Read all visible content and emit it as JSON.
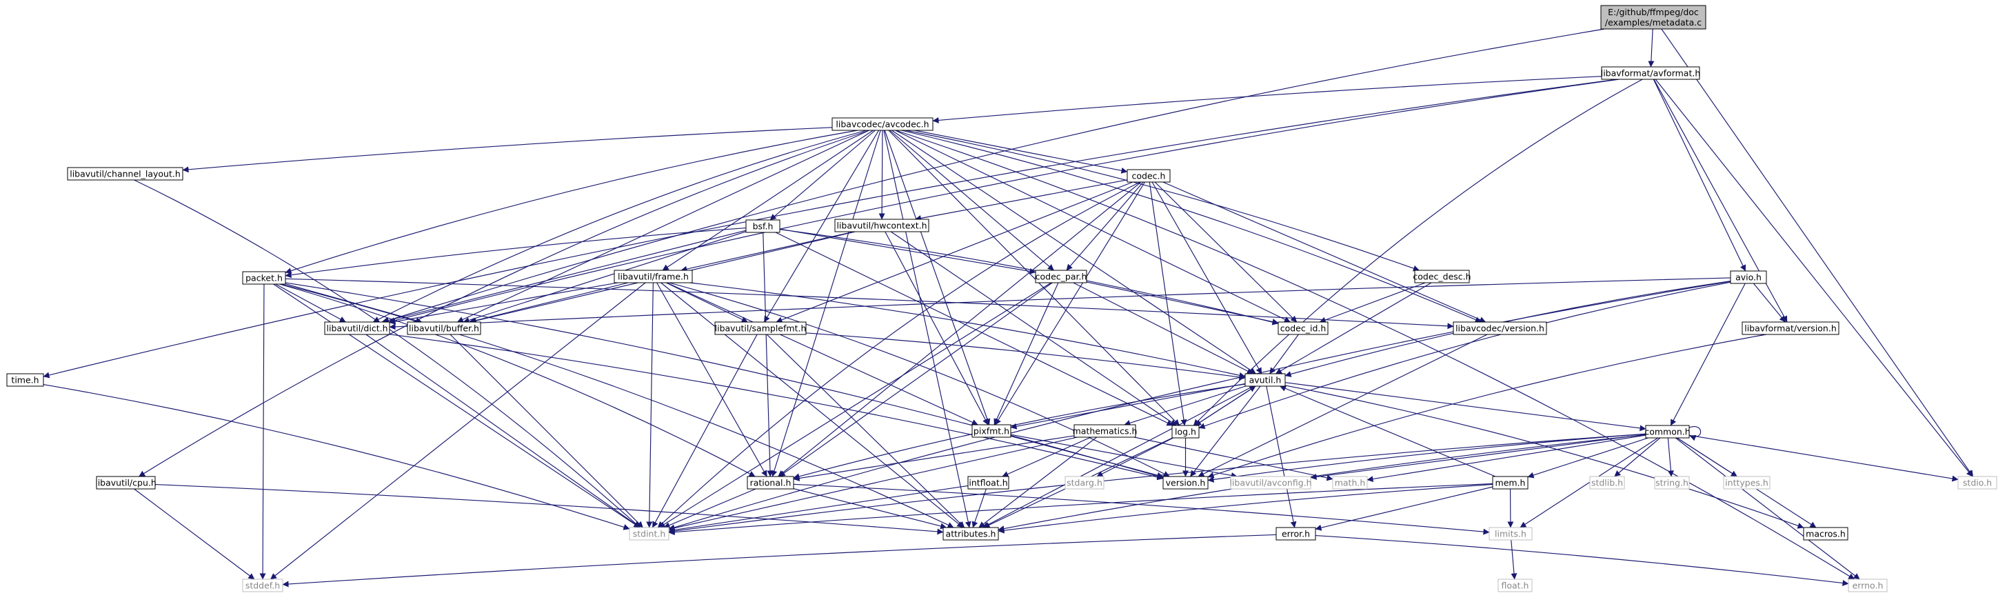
{
  "nodes": [
    {
      "id": "root",
      "lines": [
        "E:/github/ffmpeg/doc",
        "/examples/metadata.c"
      ],
      "style": "root"
    },
    {
      "id": "avformat",
      "lines": [
        "libavformat/avformat.h"
      ],
      "style": "linked"
    },
    {
      "id": "avcodec",
      "lines": [
        "libavcodec/avcodec.h"
      ],
      "style": "linked"
    },
    {
      "id": "time",
      "lines": [
        "time.h"
      ],
      "style": "linked"
    },
    {
      "id": "channel_layout",
      "lines": [
        "libavutil/channel_layout.h"
      ],
      "style": "linked"
    },
    {
      "id": "codec",
      "lines": [
        "codec.h"
      ],
      "style": "linked"
    },
    {
      "id": "bsf",
      "lines": [
        "bsf.h"
      ],
      "style": "linked"
    },
    {
      "id": "hwcontext",
      "lines": [
        "libavutil/hwcontext.h"
      ],
      "style": "linked"
    },
    {
      "id": "packet",
      "lines": [
        "packet.h"
      ],
      "style": "linked"
    },
    {
      "id": "frame",
      "lines": [
        "libavutil/frame.h"
      ],
      "style": "linked"
    },
    {
      "id": "codec_par",
      "lines": [
        "codec_par.h"
      ],
      "style": "linked"
    },
    {
      "id": "codec_desc",
      "lines": [
        "codec_desc.h"
      ],
      "style": "linked"
    },
    {
      "id": "avio",
      "lines": [
        "avio.h"
      ],
      "style": "linked"
    },
    {
      "id": "dict",
      "lines": [
        "libavutil/dict.h"
      ],
      "style": "linked"
    },
    {
      "id": "buffer",
      "lines": [
        "libavutil/buffer.h"
      ],
      "style": "linked"
    },
    {
      "id": "samplefmt",
      "lines": [
        "libavutil/samplefmt.h"
      ],
      "style": "linked"
    },
    {
      "id": "codec_id",
      "lines": [
        "codec_id.h"
      ],
      "style": "linked"
    },
    {
      "id": "lavc_version",
      "lines": [
        "libavcodec/version.h"
      ],
      "style": "linked"
    },
    {
      "id": "lavf_version",
      "lines": [
        "libavformat/version.h"
      ],
      "style": "linked"
    },
    {
      "id": "avutil",
      "lines": [
        "avutil.h"
      ],
      "style": "linked"
    },
    {
      "id": "pixfmt",
      "lines": [
        "pixfmt.h"
      ],
      "style": "linked"
    },
    {
      "id": "mathematics",
      "lines": [
        "mathematics.h"
      ],
      "style": "linked"
    },
    {
      "id": "log",
      "lines": [
        "log.h"
      ],
      "style": "linked"
    },
    {
      "id": "common",
      "lines": [
        "common.h"
      ],
      "style": "linked"
    },
    {
      "id": "cpu",
      "lines": [
        "libavutil/cpu.h"
      ],
      "style": "linked"
    },
    {
      "id": "rational",
      "lines": [
        "rational.h"
      ],
      "style": "linked"
    },
    {
      "id": "intfloat",
      "lines": [
        "intfloat.h"
      ],
      "style": "linked"
    },
    {
      "id": "stdarg",
      "lines": [
        "stdarg.h"
      ],
      "style": "system"
    },
    {
      "id": "version",
      "lines": [
        "version.h"
      ],
      "style": "linked"
    },
    {
      "id": "avconfig",
      "lines": [
        "libavutil/avconfig.h"
      ],
      "style": "system"
    },
    {
      "id": "math",
      "lines": [
        "math.h"
      ],
      "style": "system"
    },
    {
      "id": "stdlib",
      "lines": [
        "stdlib.h"
      ],
      "style": "system"
    },
    {
      "id": "string",
      "lines": [
        "string.h"
      ],
      "style": "system"
    },
    {
      "id": "inttypes",
      "lines": [
        "inttypes.h"
      ],
      "style": "system"
    },
    {
      "id": "stdio",
      "lines": [
        "stdio.h"
      ],
      "style": "system"
    },
    {
      "id": "mem",
      "lines": [
        "mem.h"
      ],
      "style": "linked"
    },
    {
      "id": "stdint",
      "lines": [
        "stdint.h"
      ],
      "style": "system"
    },
    {
      "id": "attributes",
      "lines": [
        "attributes.h"
      ],
      "style": "linked"
    },
    {
      "id": "limits",
      "lines": [
        "limits.h"
      ],
      "style": "system"
    },
    {
      "id": "macros",
      "lines": [
        "macros.h"
      ],
      "style": "linked"
    },
    {
      "id": "error",
      "lines": [
        "error.h"
      ],
      "style": "linked"
    },
    {
      "id": "stddef",
      "lines": [
        "stddef.h"
      ],
      "style": "system"
    },
    {
      "id": "float",
      "lines": [
        "float.h"
      ],
      "style": "system"
    },
    {
      "id": "errno",
      "lines": [
        "errno.h"
      ],
      "style": "system"
    }
  ],
  "edges": [
    [
      "root",
      "avformat"
    ],
    [
      "root",
      "dict"
    ],
    [
      "root",
      "stdio"
    ],
    [
      "avformat",
      "avcodec"
    ],
    [
      "avformat",
      "time"
    ],
    [
      "avformat",
      "avio"
    ],
    [
      "avformat",
      "lavf_version"
    ],
    [
      "avformat",
      "dict"
    ],
    [
      "avformat",
      "log"
    ],
    [
      "avformat",
      "stdio"
    ],
    [
      "avcodec",
      "channel_layout"
    ],
    [
      "avcodec",
      "codec"
    ],
    [
      "avcodec",
      "bsf"
    ],
    [
      "avcodec",
      "hwcontext"
    ],
    [
      "avcodec",
      "packet"
    ],
    [
      "avcodec",
      "frame"
    ],
    [
      "avcodec",
      "codec_par"
    ],
    [
      "avcodec",
      "codec_desc"
    ],
    [
      "avcodec",
      "dict"
    ],
    [
      "avcodec",
      "buffer"
    ],
    [
      "avcodec",
      "samplefmt"
    ],
    [
      "avcodec",
      "codec_id"
    ],
    [
      "avcodec",
      "lavc_version"
    ],
    [
      "avcodec",
      "avutil"
    ],
    [
      "avcodec",
      "pixfmt"
    ],
    [
      "avcodec",
      "log"
    ],
    [
      "avcodec",
      "cpu"
    ],
    [
      "avcodec",
      "rational"
    ],
    [
      "avcodec",
      "attributes"
    ],
    [
      "avcodec",
      "errno"
    ],
    [
      "time",
      "stdint"
    ],
    [
      "channel_layout",
      "stdint"
    ],
    [
      "codec",
      "codec_id"
    ],
    [
      "codec",
      "avutil"
    ],
    [
      "codec",
      "hwcontext"
    ],
    [
      "codec",
      "lavc_version"
    ],
    [
      "codec",
      "samplefmt"
    ],
    [
      "codec",
      "pixfmt"
    ],
    [
      "codec",
      "log"
    ],
    [
      "codec",
      "rational"
    ],
    [
      "codec",
      "stdint"
    ],
    [
      "codec",
      "codec_par"
    ],
    [
      "bsf",
      "packet"
    ],
    [
      "bsf",
      "codec_id"
    ],
    [
      "bsf",
      "codec_par"
    ],
    [
      "bsf",
      "dict"
    ],
    [
      "bsf",
      "log"
    ],
    [
      "bsf",
      "rational"
    ],
    [
      "bsf",
      "buffer"
    ],
    [
      "hwcontext",
      "buffer"
    ],
    [
      "hwcontext",
      "frame"
    ],
    [
      "hwcontext",
      "log"
    ],
    [
      "hwcontext",
      "pixfmt"
    ],
    [
      "packet",
      "dict"
    ],
    [
      "packet",
      "buffer"
    ],
    [
      "packet",
      "attributes"
    ],
    [
      "packet",
      "lavc_version"
    ],
    [
      "packet",
      "rational"
    ],
    [
      "packet",
      "stdint"
    ],
    [
      "packet",
      "stddef"
    ],
    [
      "packet",
      "version"
    ],
    [
      "frame",
      "avutil"
    ],
    [
      "frame",
      "buffer"
    ],
    [
      "frame",
      "dict"
    ],
    [
      "frame",
      "samplefmt"
    ],
    [
      "frame",
      "pixfmt"
    ],
    [
      "frame",
      "rational"
    ],
    [
      "frame",
      "attributes"
    ],
    [
      "frame",
      "version"
    ],
    [
      "frame",
      "stdint"
    ],
    [
      "frame",
      "stddef"
    ],
    [
      "codec_par",
      "avutil"
    ],
    [
      "codec_par",
      "codec_id"
    ],
    [
      "codec_par",
      "pixfmt"
    ],
    [
      "codec_par",
      "rational"
    ],
    [
      "codec_par",
      "stdint"
    ],
    [
      "codec_desc",
      "avutil"
    ],
    [
      "codec_desc",
      "codec_id"
    ],
    [
      "avio",
      "avutil"
    ],
    [
      "avio",
      "lavf_version"
    ],
    [
      "avio",
      "common"
    ],
    [
      "avio",
      "dict"
    ],
    [
      "avio",
      "log"
    ],
    [
      "avio",
      "stdint"
    ],
    [
      "dict",
      "stdint"
    ],
    [
      "dict",
      "version"
    ],
    [
      "buffer",
      "stdint"
    ],
    [
      "samplefmt",
      "avutil"
    ],
    [
      "samplefmt",
      "attributes"
    ],
    [
      "samplefmt",
      "stdint"
    ],
    [
      "codec_id",
      "avutil"
    ],
    [
      "lavc_version",
      "version"
    ],
    [
      "lavf_version",
      "version"
    ],
    [
      "avutil",
      "common"
    ],
    [
      "avutil",
      "rational"
    ],
    [
      "avutil",
      "version"
    ],
    [
      "avutil",
      "macros"
    ],
    [
      "avutil",
      "mathematics"
    ],
    [
      "avutil",
      "log"
    ],
    [
      "avutil",
      "pixfmt"
    ],
    [
      "avutil",
      "attributes"
    ],
    [
      "avutil",
      "error"
    ],
    [
      "pixfmt",
      "avconfig"
    ],
    [
      "pixfmt",
      "version"
    ],
    [
      "mathematics",
      "attributes"
    ],
    [
      "mathematics",
      "rational"
    ],
    [
      "mathematics",
      "intfloat"
    ],
    [
      "mathematics",
      "math"
    ],
    [
      "mathematics",
      "stdint"
    ],
    [
      "log",
      "stdarg"
    ],
    [
      "log",
      "attributes"
    ],
    [
      "log",
      "avutil"
    ],
    [
      "log",
      "version"
    ],
    [
      "common",
      "errno"
    ],
    [
      "common",
      "inttypes"
    ],
    [
      "common",
      "limits"
    ],
    [
      "common",
      "math"
    ],
    [
      "common",
      "stdint"
    ],
    [
      "common",
      "stdio"
    ],
    [
      "common",
      "stdlib"
    ],
    [
      "common",
      "string"
    ],
    [
      "common",
      "attributes"
    ],
    [
      "common",
      "macros"
    ],
    [
      "common",
      "version"
    ],
    [
      "common",
      "mem"
    ],
    [
      "common",
      "avconfig"
    ],
    [
      "common",
      "common"
    ],
    [
      "cpu",
      "stddef"
    ],
    [
      "cpu",
      "attributes"
    ],
    [
      "rational",
      "stdint"
    ],
    [
      "rational",
      "limits"
    ],
    [
      "rational",
      "attributes"
    ],
    [
      "intfloat",
      "stdint"
    ],
    [
      "intfloat",
      "attributes"
    ],
    [
      "mem",
      "limits"
    ],
    [
      "mem",
      "stdint"
    ],
    [
      "mem",
      "attributes"
    ],
    [
      "mem",
      "avutil"
    ],
    [
      "mem",
      "error"
    ],
    [
      "limits",
      "float"
    ],
    [
      "error",
      "errno"
    ],
    [
      "error",
      "stddef"
    ]
  ]
}
